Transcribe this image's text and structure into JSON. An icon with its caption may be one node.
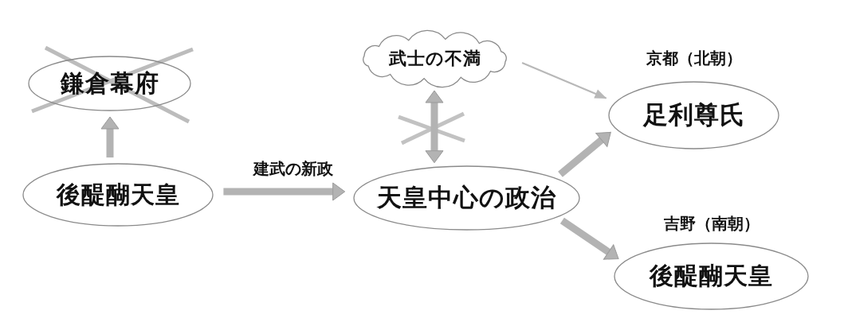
{
  "diagram": {
    "nodes": [
      {
        "text": [
          "鎌倉幕府"
        ]
      },
      {
        "text": [
          "後醍醐天皇"
        ]
      },
      {
        "text": [
          "天皇中心の政治"
        ]
      },
      {
        "text": [
          "武士の不満"
        ]
      },
      {
        "text": [
          "足利尊氏"
        ],
        "beside": [
          "京都（北朝）"
        ]
      },
      {
        "text": [
          "後醍醐天皇"
        ],
        "beside": [
          "吉野（南朝）"
        ]
      }
    ],
    "edges": [
      {
        "from": 1,
        "to": 0,
        "arrow": "to"
      },
      {
        "from": 1,
        "to": 2,
        "arrow": "to",
        "label": "建武の新政"
      },
      {
        "from": 3,
        "to": 2,
        "arrow": "both"
      },
      {
        "from": 3,
        "to": 4,
        "arrow": "to"
      },
      {
        "from": 2,
        "to": 4,
        "arrow": "to"
      },
      {
        "from": 2,
        "to": 5,
        "arrow": "to"
      }
    ]
  }
}
